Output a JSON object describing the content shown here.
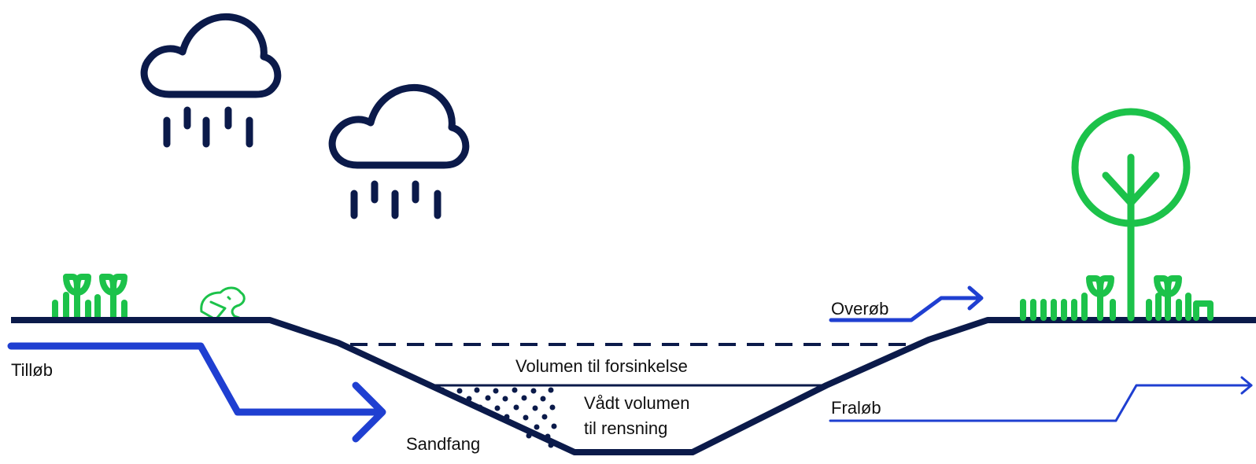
{
  "labels": {
    "inflow": "Tilløb",
    "overflow": "Overøb",
    "outflow": "Fraløb",
    "detention_volume": "Volumen til forsinkelse",
    "wet_volume_line1": "Vådt volumen",
    "wet_volume_line2": "til rensning",
    "sand_trap": "Sandfang"
  },
  "icons": [
    "rain-cloud-icon",
    "rain-cloud-icon",
    "sprout-icon",
    "frog-icon",
    "tree-icon",
    "grass-icon"
  ],
  "colors": {
    "ground": "#0b1a4a",
    "water_flow": "#1f3fd1",
    "vegetation": "#1cc24a",
    "text": "#111111"
  }
}
